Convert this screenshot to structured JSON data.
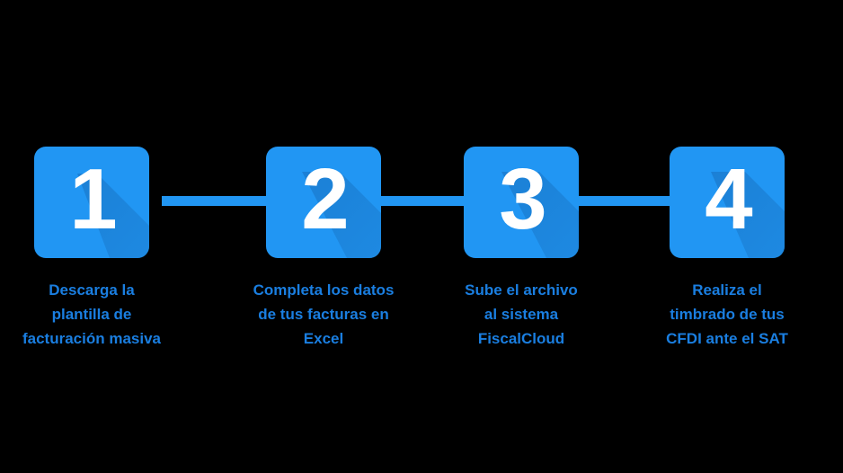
{
  "page": {
    "background_color": "#000000",
    "accent_color": "#2196f3",
    "text_color": "#1a7ee0",
    "numeral_color": "#ffffff",
    "shadow_color": "#1b7fd4"
  },
  "flow": {
    "type": "numbered-step-flow",
    "orientation": "horizontal",
    "steps": [
      {
        "number": "1",
        "caption": "Descarga la\nplantilla de\nfacturación masiva"
      },
      {
        "number": "2",
        "caption": "Completa los datos\nde tus facturas en\nExcel"
      },
      {
        "number": "3",
        "caption": "Sube el archivo\nal sistema\nFiscalCloud"
      },
      {
        "number": "4",
        "caption": "Realiza el\ntimbrado de tus\nCFDI ante el SAT"
      }
    ],
    "connectors": [
      {
        "from": "1",
        "to": "2"
      },
      {
        "from": "2",
        "to": "3"
      },
      {
        "from": "3",
        "to": "4"
      }
    ]
  }
}
